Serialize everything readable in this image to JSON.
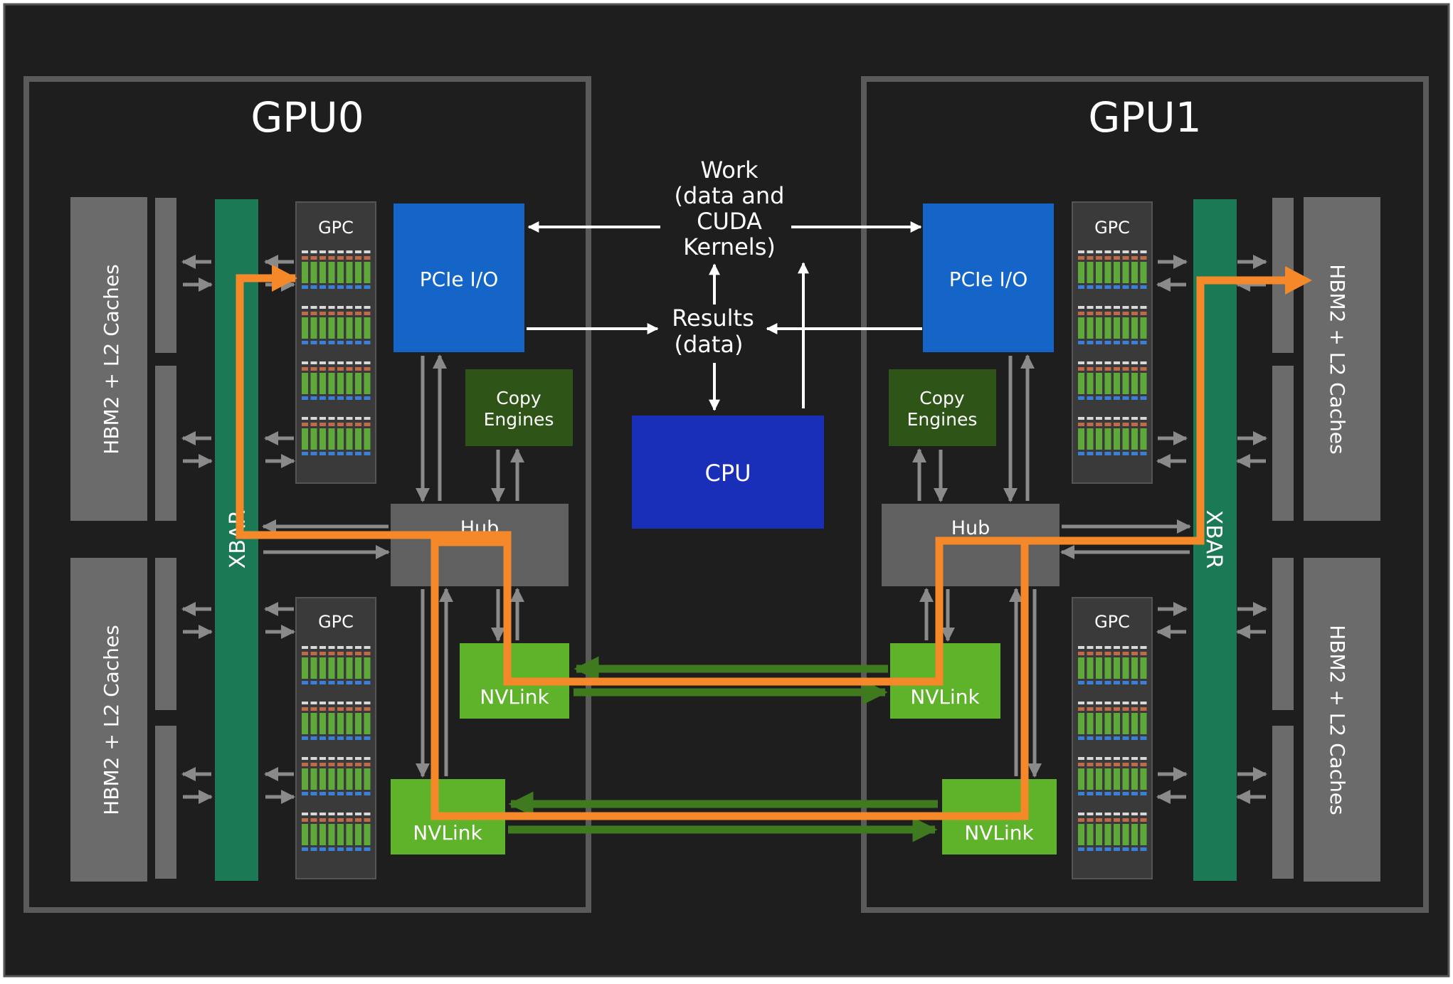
{
  "colors": {
    "background": "#1e1e1e",
    "gpu_frame": "#5a5a5a",
    "hbm": "#6b6b6b",
    "xbar": "#1b7a55",
    "gpc_body": "#3a3a3a",
    "pcie": "#1565c8",
    "cpu": "#1a2fb8",
    "copy_engines": "#2f5418",
    "hub": "#606060",
    "nvlink": "#5fb32a",
    "link_arrow": "#3f7a1e",
    "data_path": "#f5892a",
    "internal_arrow": "#8a8a8a",
    "white_arrow": "#ffffff"
  },
  "gpus": [
    {
      "title": "GPU0",
      "hbm_labels": [
        "HBM2 + L2 Caches",
        "HBM2 + L2 Caches"
      ],
      "xbar_label": "XBAR",
      "gpc_labels": [
        "GPC",
        "GPC"
      ],
      "pcie_label": "PCIe I/O",
      "copy_engines_label": [
        "Copy",
        "Engines"
      ],
      "hub_label": "Hub",
      "nvlink_labels": [
        "NVLink",
        "NVLink"
      ]
    },
    {
      "title": "GPU1",
      "hbm_labels": [
        "HBM2 + L2 Caches",
        "HBM2 + L2 Caches"
      ],
      "xbar_label": "XBAR",
      "gpc_labels": [
        "GPC",
        "GPC"
      ],
      "pcie_label": "PCIe I/O",
      "copy_engines_label": [
        "Copy",
        "Engines"
      ],
      "hub_label": "Hub",
      "nvlink_labels": [
        "NVLink",
        "NVLink"
      ]
    }
  ],
  "center": {
    "work_label": [
      "Work",
      "(data and",
      "CUDA",
      "Kernels)"
    ],
    "results_label": [
      "Results",
      "(data)"
    ],
    "cpu_label": "CPU"
  },
  "icons": {
    "flow_arrow": "arrow-icon",
    "data_path": "orange-path-arrow-icon",
    "sm_grid": "sm-grid-icon"
  }
}
